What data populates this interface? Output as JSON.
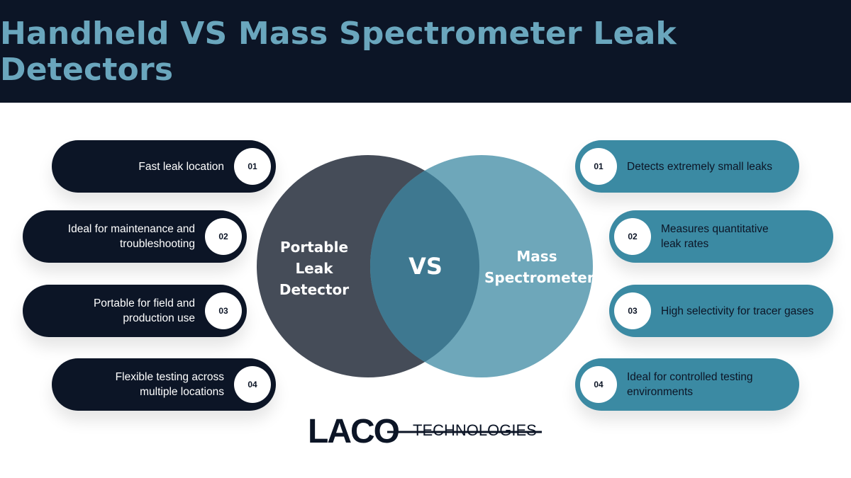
{
  "title": "Handheld VS Mass Spectrometer Leak Detectors",
  "left_items": [
    {
      "num": "01",
      "line1": "Fast leak location",
      "line2": ""
    },
    {
      "num": "02",
      "line1": "Ideal for maintenance and",
      "line2": "troubleshooting"
    },
    {
      "num": "03",
      "line1": "Portable for field and",
      "line2": "production use"
    },
    {
      "num": "04",
      "line1": "Flexible testing across",
      "line2": "multiple locations"
    }
  ],
  "right_items": [
    {
      "num": "01",
      "line1": "Detects extremely small leaks",
      "line2": ""
    },
    {
      "num": "02",
      "line1": "Measures quantitative",
      "line2": "leak rates"
    },
    {
      "num": "03",
      "line1": "High selectivity for tracer gases",
      "line2": ""
    },
    {
      "num": "04",
      "line1": "Ideal for controlled testing",
      "line2": "environments"
    }
  ],
  "venn": {
    "left_label": [
      "Portable",
      "Leak",
      "Detector"
    ],
    "right_label": [
      "Mass",
      "Spectrometer"
    ],
    "center_label": "VS"
  },
  "logo": {
    "brand": "LACO",
    "suffix": "TECHNOLOGIES"
  },
  "colors": {
    "navy": "#0c1526",
    "teal": "#3b8aa3",
    "light_teal": "#6ea7ba",
    "slate": "#454c58",
    "title": "#6aa6bd"
  }
}
